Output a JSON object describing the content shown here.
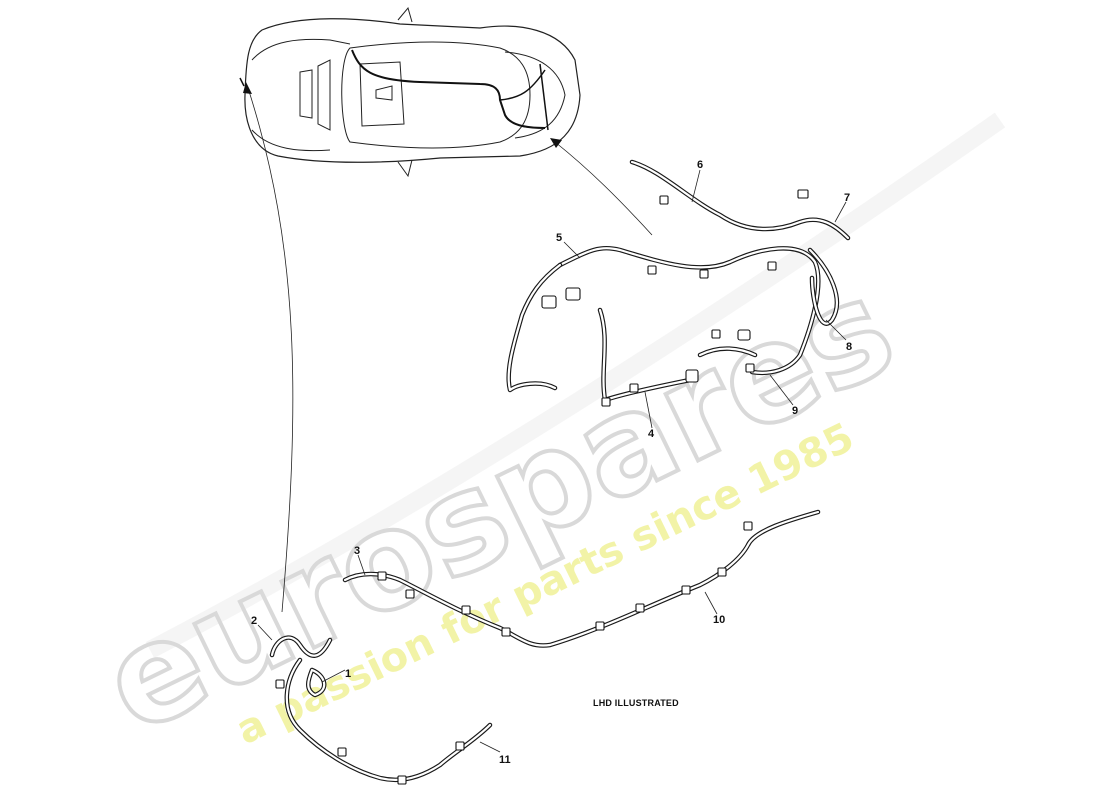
{
  "watermark": {
    "brand": "eurospares",
    "tagline": "a passion for parts since 1985"
  },
  "note": "LHD ILLUSTRATED",
  "callouts": [
    {
      "id": "c1",
      "label": "1"
    },
    {
      "id": "c2",
      "label": "2"
    },
    {
      "id": "c3",
      "label": "3"
    },
    {
      "id": "c4",
      "label": "4"
    },
    {
      "id": "c5",
      "label": "5"
    },
    {
      "id": "c6",
      "label": "6"
    },
    {
      "id": "c7",
      "label": "7"
    },
    {
      "id": "c8",
      "label": "8"
    },
    {
      "id": "c9",
      "label": "9"
    },
    {
      "id": "c10",
      "label": "10"
    },
    {
      "id": "c11",
      "label": "11"
    }
  ]
}
